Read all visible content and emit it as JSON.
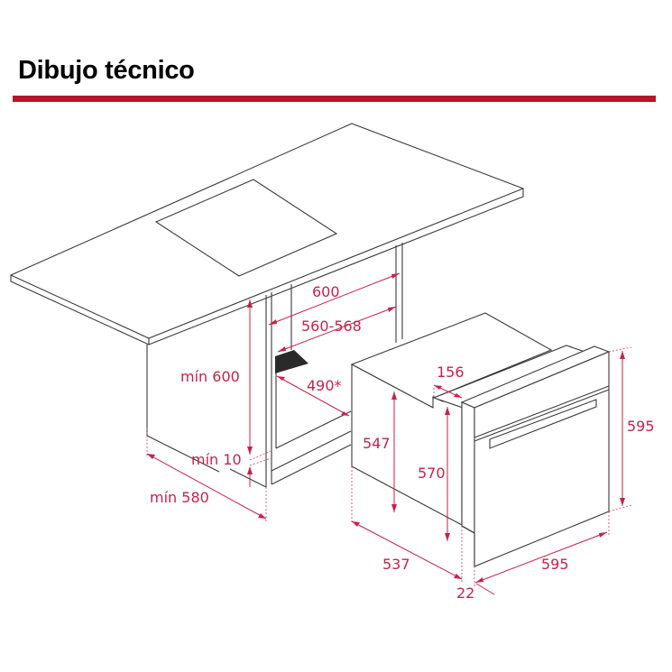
{
  "header": {
    "title": "Dibujo técnico",
    "rule_color": "#b5162b"
  },
  "colors": {
    "line": "#3a3a3a",
    "dimension": "#c8224a",
    "vent_slot": "#2a2a2a"
  },
  "cabinet_dimensions": {
    "width_outer": "600",
    "width_inner": "560-568",
    "vent_depth": "490*",
    "height_min": "mín 600",
    "gap_min": "mín 10",
    "depth_min": "mín 580"
  },
  "oven_dimensions": {
    "rear_step_depth": "156",
    "body_height": "547",
    "front_body_height": "570",
    "total_height": "595",
    "body_depth": "537",
    "front_width": "595",
    "front_panel_thickness": "22"
  }
}
